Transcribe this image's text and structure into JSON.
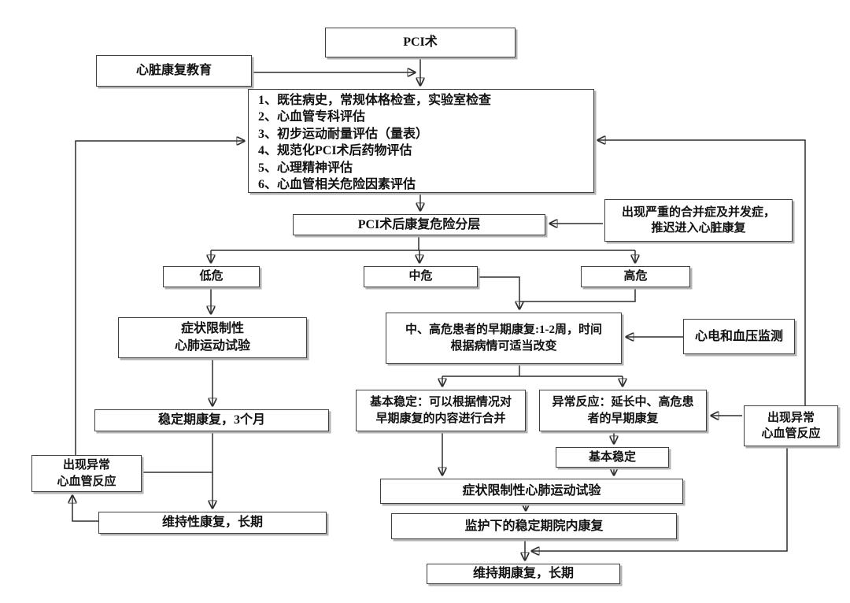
{
  "diagram": {
    "type": "flowchart",
    "language": "zh-CN",
    "colors": {
      "background": "#ffffff",
      "box_border": "#3f3f3f",
      "box_fill": "#ffffff",
      "line": "#2f2f2f",
      "text": "#111111"
    },
    "nodes": {
      "pci": {
        "label": "PCI术"
      },
      "edu": {
        "label": "心脏康复教育"
      },
      "assess": {
        "label": "1、既往病史，常规体格检查，实验室检查\n2、心血管专科评估\n3、初步运动耐量评估（量表）\n4、规范化PCI术后药物评估\n5、心理精神评估\n6、心血管相关危险因素评估"
      },
      "stratify": {
        "label": "PCI术后康复危险分层"
      },
      "severe": {
        "label": "出现严重的合并症及并发症，\n推迟进入心脏康复"
      },
      "low": {
        "label": "低危"
      },
      "mid": {
        "label": "中危"
      },
      "high": {
        "label": "高危"
      },
      "symptom1": {
        "label": "症状限制性\n心肺运动试验"
      },
      "early": {
        "label": "中、高危患者的早期康复:1-2周，时间\n根据病情可适当改变"
      },
      "ecg": {
        "label": "心电和血压监测"
      },
      "stable_merge": {
        "label": "基本稳定：可以根据情况对\n早期康复的内容进行合并"
      },
      "abnormal_extend": {
        "label": "异常反应：延长中、高危患\n者的早期康复"
      },
      "abnormal_right": {
        "label": "出现异常\n心血管反应"
      },
      "basic_stable": {
        "label": "基本稳定"
      },
      "stable3m": {
        "label": "稳定期康复，3个月"
      },
      "symptom2": {
        "label": "症状限制性心肺运动试验"
      },
      "monitored": {
        "label": "监护下的稳定期院内康复"
      },
      "abnormal_left": {
        "label": "出现异常\n心血管反应"
      },
      "maintain_left": {
        "label": "维持性康复，长期"
      },
      "maintain_main": {
        "label": "维持期康复，长期"
      }
    }
  }
}
